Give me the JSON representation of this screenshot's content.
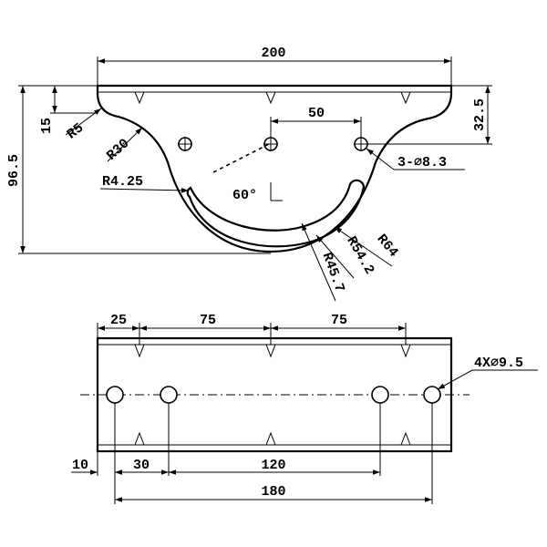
{
  "top_view": {
    "overall_width": "200",
    "overall_height": "96.5",
    "flange_height": "15",
    "fillet_radius": "R5",
    "side_radius": "R30",
    "slot_end_radius": "R4.25",
    "hole_spacing": "50",
    "right_offset": "32.5",
    "hole_callout": "3-∅8.3",
    "angle": "60°",
    "inner_radius": "R45.7",
    "mid_radius": "R54.2",
    "outer_radius": "R64"
  },
  "bottom_view": {
    "edge_offset": "25",
    "spacing_left": "75",
    "spacing_right": "75",
    "hole_callout": "4X∅9.5",
    "first_hole_offset": "10",
    "hole_pitch": "30",
    "center_spacing": "120",
    "outer_hole_span": "180"
  },
  "colors": {
    "line": "#000000",
    "background": "#ffffff"
  }
}
